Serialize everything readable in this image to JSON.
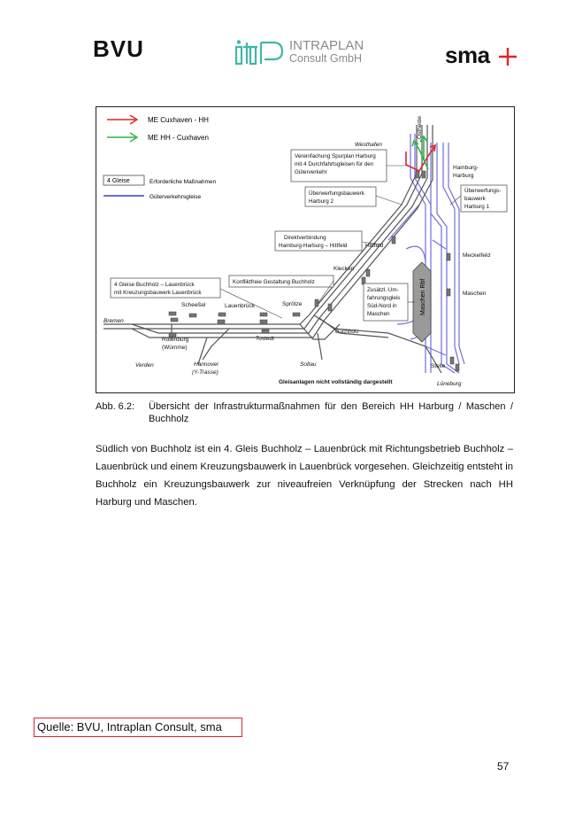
{
  "header": {
    "logo_bvu": "BVU",
    "logo_intraplan_line1": "INTRAPLAN",
    "logo_intraplan_line2": "Consult GmbH",
    "logo_sma": "sma"
  },
  "figure": {
    "legend": {
      "red_arrow": "ME Cuxhaven - HH",
      "green_arrow": "ME HH - Cuxhaven",
      "box_label": "4 Gleise",
      "box_desc": "Erforderliche Maßnahmen",
      "line_desc": "Güterverkehrsgleise"
    },
    "colors": {
      "track": "#6f6fd8",
      "red": "#e0242b",
      "green": "#2db34a"
    },
    "labels": {
      "ostheide": "Ostheide",
      "westhafen": "Westhafen",
      "hamburg_harburg": [
        "Hamburg-",
        "Harburg"
      ],
      "meckelfeld": "Meckelfeld",
      "maschen": "Maschen",
      "maschen_rbf": "Maschen Rbf",
      "hittfeld": "Hittfeld",
      "klecken": "Klecken",
      "buchholz": "Buchholz",
      "sproetze": "Sprötze",
      "tostedt": "Tostedt",
      "lauenbrueck": "Lauenbrück",
      "scheessel": "Scheeßel",
      "rotenburg": [
        "Rotenburg",
        "(Wümme)"
      ],
      "bremen": "Bremen",
      "verden": "Verden",
      "hannover": [
        "Hannover",
        "(Y-Trasse)"
      ],
      "soltau": "Soltau",
      "stelle": "Stelle",
      "lueneburg": "Lüneburg",
      "footer_note": "Gleisanlagen nicht vollständig dargestellt"
    },
    "callouts": {
      "spurplan": [
        "Vereinfachung Spurplan Harburg",
        "mit 4 Durchfahrtsgleisen für den",
        "Güterverkehr"
      ],
      "ueberwerfung2": [
        "Überwerfungsbauwerk",
        "Harburg 2"
      ],
      "ueberwerfung1": [
        "Überwerfungs-",
        "bauwerk",
        "Harburg 1"
      ],
      "direktverbindung": [
        "Direktverbindung",
        "Hamburg-Harburg – Hittfeld"
      ],
      "konfliktfrei": "Konfliktfreie Gestaltung Buchholz",
      "vier_gleise": [
        "4 Gleise Buchholz – Lauenbrück",
        "mit Kreuzungsbauwerk Lauenbrück"
      ],
      "zusaetzl": [
        "Zusätzl. Um-",
        "fahrungsgleis",
        "Süd-Nord in",
        "Maschen"
      ]
    }
  },
  "caption": {
    "number": "Abb. 6.2:",
    "text": "Übersicht der Infrastrukturmaßnahmen für den Bereich HH Harburg / Maschen / Buchholz"
  },
  "body_text": "Südlich von Buchholz ist ein 4. Gleis Buchholz – Lauenbrück mit Richtungsbetrieb Buchholz – Lauenbrück und einem Kreuzungsbauwerk in Lauenbrück vorgesehen. Gleichzeitig entsteht in Buchholz ein Kreuzungsbauwerk zur niveaufreien Verknüpfung der Strecken nach HH Harburg und Maschen.",
  "source": "Quelle: BVU, Intraplan Consult, sma",
  "page_number": "57"
}
